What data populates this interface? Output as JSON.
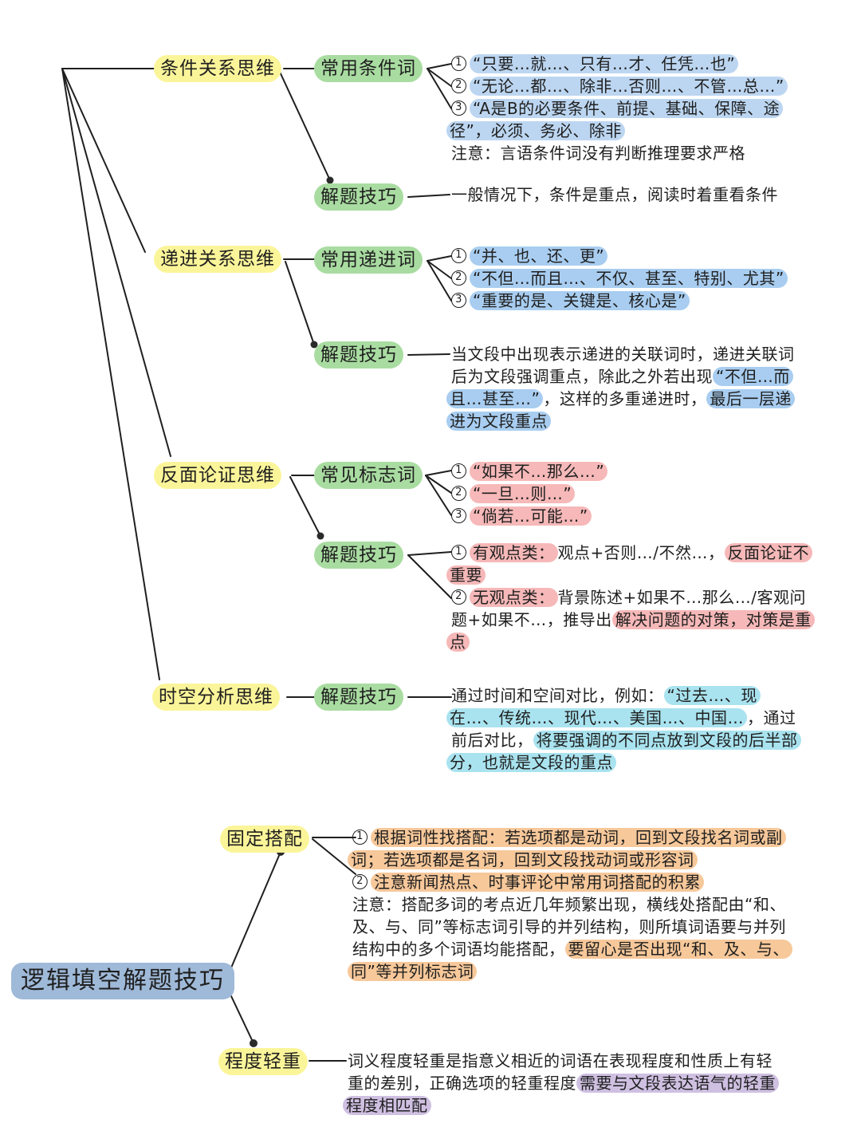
{
  "root": {
    "label": "逻辑填空解题技巧"
  },
  "categories": [
    {
      "label": "条件关系思维"
    },
    {
      "label": "递进关系思维"
    },
    {
      "label": "反面论证思维"
    },
    {
      "label": "时空分析思维"
    }
  ],
  "subs": {
    "s1": "常用条件词",
    "s2": "解题技巧",
    "s3": "常用递进词",
    "s4": "解题技巧",
    "s5": "常见标志词",
    "s6": "解题技巧",
    "s7": "解题技巧"
  },
  "cond_words": {
    "n1": "1",
    "t1": "“只要…就…、只有…才、任凭…也”",
    "n2": "2",
    "t2": "“无论…都…、除非…否则…、不管…总…”",
    "n3": "3",
    "t3a": "“A是B的必要条件、前提、基础、保障、途",
    "t3b": "径”，必须、务必、除非",
    "note": "注意：言语条件词没有判断推理要求严格"
  },
  "cond_tip": "一般情况下，条件是重点，阅读时着重看条件",
  "prog_words": {
    "n1": "1",
    "t1": "“并、也、还、更”",
    "n2": "2",
    "t2": "“不但…而且…、不仅、甚至、特别、尤其”",
    "n3": "3",
    "t3": "“重要的是、关键是、核心是”"
  },
  "prog_tip": {
    "l1": "当文段中出现表示递进的关联词时，递进关联词",
    "l2a": "后为文段强调重点，除此之外若出现",
    "l2b": "“不但…而",
    "l3a": "且…甚至…”",
    "l3b": "，这样的多重递进时，",
    "l3c": "最后一层递",
    "l4": "进为文段重点"
  },
  "neg_words": {
    "n1": "1",
    "t1": "“如果不…那么…”",
    "n2": "2",
    "t2": "“一旦…则…”",
    "n3": "3",
    "t3": "“倘若…可能…”"
  },
  "neg_tip": {
    "n1": "1",
    "l1a": "有观点类：",
    "l1b": "观点+否则…/不然…，",
    "l1c": "反面论证不",
    "l2": "重要",
    "n2": "2",
    "l3a": "无观点类：",
    "l3b": "背景陈述+如果不…那么…/客观问",
    "l4a": "题+如果不…，推导出",
    "l4b": "解决问题的对策，对策是重",
    "l5": "点"
  },
  "time_tip": {
    "l1a": "通过时间和空间对比，例如：",
    "l1b": "“过去…、现",
    "l2a": "在…、传统…、现代…、美国…、中国…",
    "l2b": "，通过",
    "l3a": "前后对比，",
    "l3b": "将要强调的不同点放到文段的后半部",
    "l4": "分，也就是文段的重点"
  },
  "lower": {
    "fixed": "固定搭配",
    "degree": "程度轻重"
  },
  "fixed_text": {
    "n1": "1",
    "l1": "根据词性找搭配：若选项都是动词，回到文段找名词或副",
    "l2": "词；若选项都是名词，回到文段找动词或形容词",
    "n2": "2",
    "l3": "注意新闻热点、时事评论中常用词搭配的积累",
    "l4": "注意：搭配多词的考点近几年频繁出现，横线处搭配由“和、",
    "l5": "及、与、同”等标志词引导的并列结构，则所填词语要与并列",
    "l6a": "结构中的多个词语均能搭配，",
    "l6b": "要留心是否出现“和、及、与、",
    "l7": "同”等并列标志词"
  },
  "degree_text": {
    "l1": "词义程度轻重是指意义相近的词语在表现程度和性质上有轻",
    "l2a": "重的差别，正确选项的轻重程度",
    "l2b": "需要与文段表达语气的轻重",
    "l3": "程度相匹配"
  }
}
